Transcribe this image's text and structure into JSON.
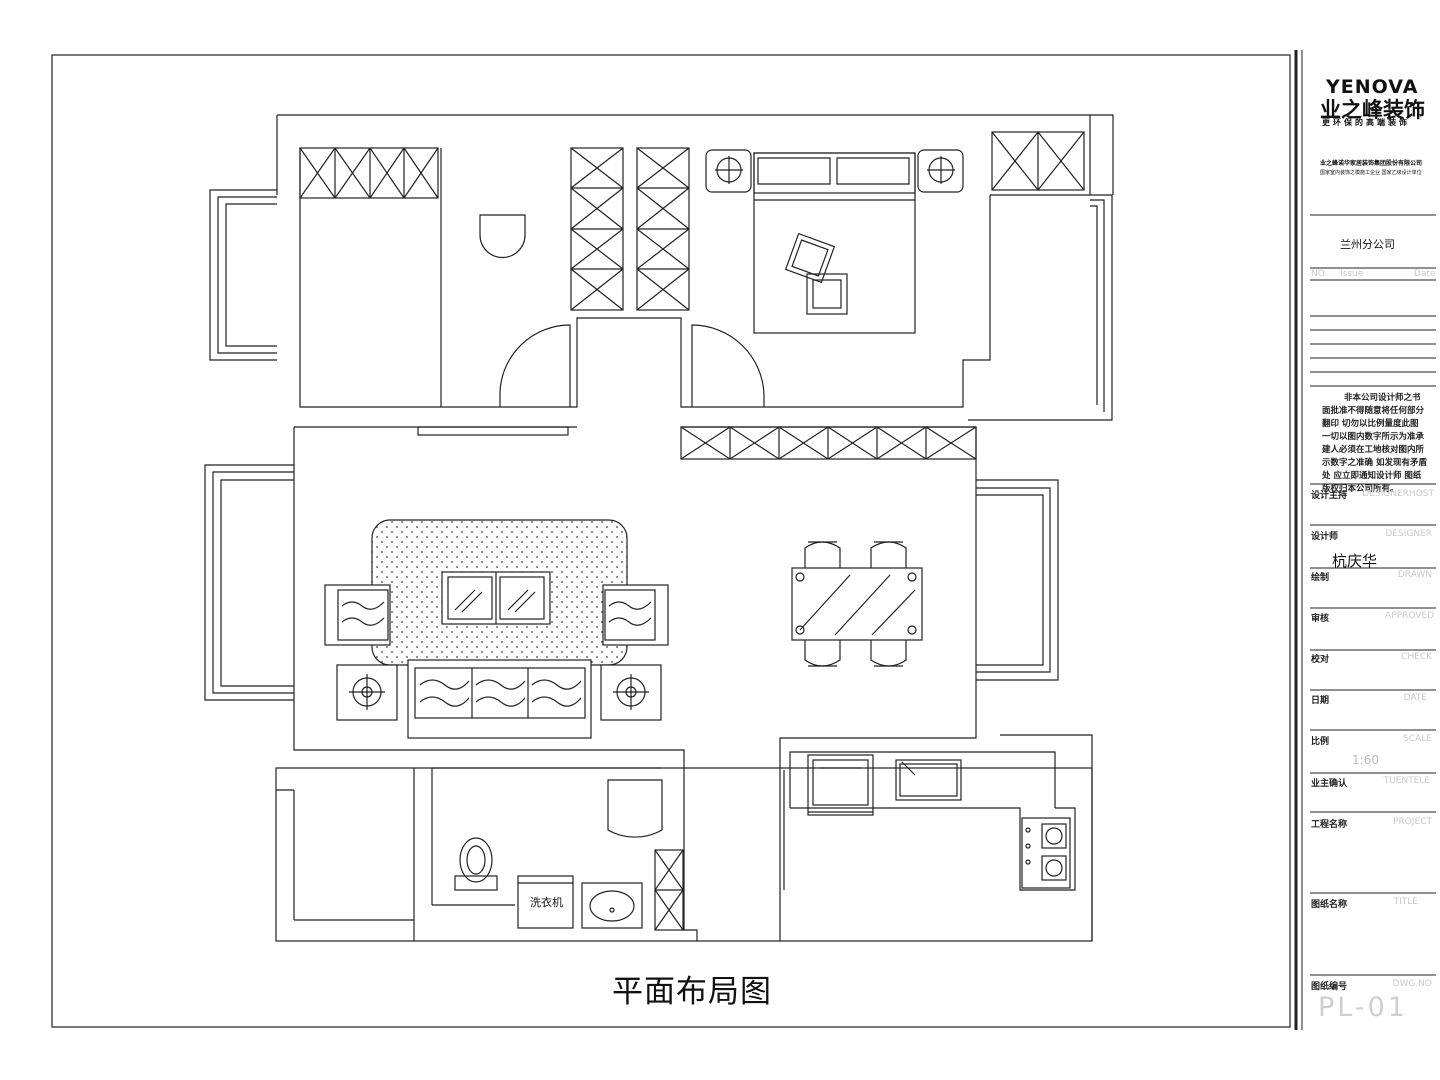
{
  "drawing": {
    "title": "平面布局图",
    "labels": {
      "washer": "洗衣机"
    }
  },
  "title_block": {
    "brand_en": "YENOVA",
    "brand_cn": "业之峰装饰",
    "slogan": "更环保的高端装饰",
    "company_line": "业之峰诺华家居装饰集团股份有限公司",
    "company_sub": "国家室内装饰之模施工企业 国家乙级设计单位",
    "branch": "兰州分公司",
    "issue_header": {
      "no": "NO.",
      "issue": "Issue",
      "date": "Date"
    },
    "notice": "非本公司设计师之书面批准不得随意将任何部分翻印 切勿以比例量度此图 一切以图内数字所示为准承建人必须在工地核对图内所示数字之准确 如发现有矛盾处 应立即通知设计师 图纸版权归本公司所有。",
    "fields": [
      {
        "cn": "设计主持",
        "en": "DESIGNERHOST",
        "value": ""
      },
      {
        "cn": "设计师",
        "en": "DESIGNER",
        "value": "杭庆华"
      },
      {
        "cn": "绘制",
        "en": "DRAWN",
        "value": ""
      },
      {
        "cn": "审核",
        "en": "APPROVED",
        "value": ""
      },
      {
        "cn": "校对",
        "en": "CHECK",
        "value": ""
      },
      {
        "cn": "日期",
        "en": "DATE",
        "value": ""
      },
      {
        "cn": "比例",
        "en": "SCALE",
        "value": "1:60"
      },
      {
        "cn": "业主确认",
        "en": "TUENTELE",
        "value": ""
      },
      {
        "cn": "工程名称",
        "en": "PROJECT",
        "value": ""
      },
      {
        "cn": "图纸名称",
        "en": "TITLE",
        "value": ""
      },
      {
        "cn": "图纸编号",
        "en": "DWG.NO",
        "value": "PL-01"
      }
    ]
  },
  "colors": {
    "line": "#222222",
    "faint": "#c9c9c9",
    "dot": "#444444"
  }
}
